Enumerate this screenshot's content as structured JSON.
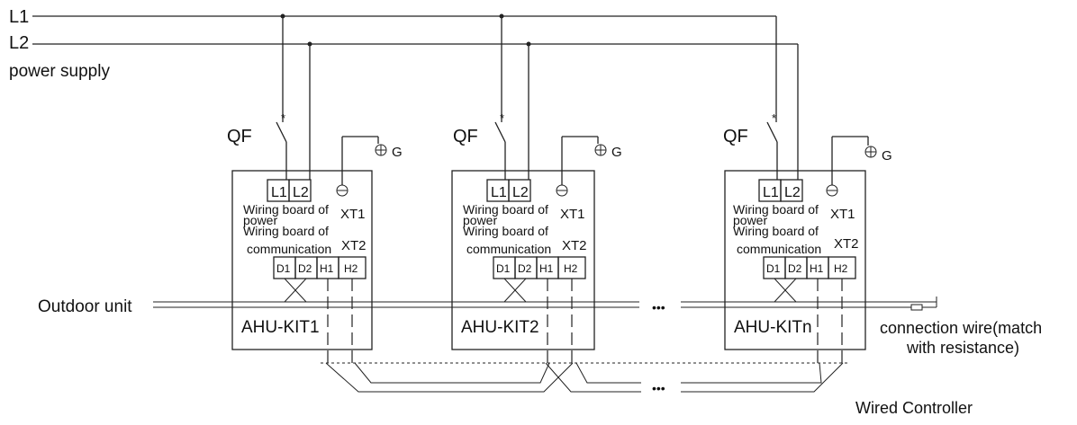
{
  "supply": {
    "l1": "L1",
    "l2": "L2",
    "label": "power supply"
  },
  "outdoor_label": "Outdoor unit",
  "units": [
    {
      "breaker": "QF",
      "breaker_mark": "*",
      "ground": "G",
      "term_l1": "L1",
      "term_l2": "L2",
      "power_board_line1": "Wiring board of",
      "power_board_line2": "power",
      "xt1": "XT1",
      "comm_board_line1": "Wiring board of",
      "comm_board_line2": "communication",
      "xt2": "XT2",
      "comm_terms": [
        "D1",
        "D2",
        "H1",
        "H2"
      ],
      "name": "AHU-KIT1"
    },
    {
      "breaker": "QF",
      "breaker_mark": "*",
      "ground": "G",
      "term_l1": "L1",
      "term_l2": "L2",
      "power_board_line1": "Wiring board of",
      "power_board_line2": "power",
      "xt1": "XT1",
      "comm_board_line1": "Wiring board of",
      "comm_board_line2": "communication",
      "xt2": "XT2",
      "comm_terms": [
        "D1",
        "D2",
        "H1",
        "H2"
      ],
      "name": "AHU-KIT2"
    },
    {
      "breaker": "QF",
      "breaker_mark": "*",
      "ground": "G",
      "term_l1": "L1",
      "term_l2": "L2",
      "power_board_line1": "Wiring board of",
      "power_board_line2": "power",
      "xt1": "XT1",
      "comm_board_line1": "Wiring board of",
      "comm_board_line2": "communication",
      "xt2": "XT2",
      "comm_terms": [
        "D1",
        "D2",
        "H1",
        "H2"
      ],
      "name": "AHU-KITn"
    }
  ],
  "ellipsis": "•••",
  "terminator_line1": "connection wire(match",
  "terminator_line2": "with resistance)",
  "controller_label": "Wired Controller"
}
